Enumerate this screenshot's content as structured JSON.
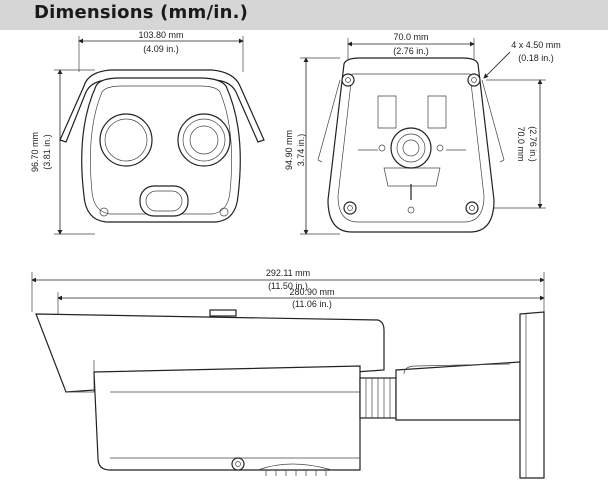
{
  "header": {
    "title": "Dimensions (mm/in.)"
  },
  "front_view": {
    "width_mm": "103.80 mm",
    "width_in": "(4.09 in.)",
    "height_mm": "96.70 mm",
    "height_in": "(3.81 in.)"
  },
  "back_view": {
    "width_mm": "70.0 mm",
    "width_in": "(2.76 in.)",
    "hole_mm": "4 x 4.50 mm",
    "hole_in": "(0.18 in.)",
    "height_mm": "94.90 mm",
    "height_in": "3.74 in.)",
    "hole_spacing_mm": "70.0 mm",
    "hole_spacing_in": "(2.76 in.)"
  },
  "side_view": {
    "total_length_mm": "292.11 mm",
    "total_length_in": "(11.50 in.)",
    "body_length_mm": "280.90 mm",
    "body_length_in": "(11.06 in.)"
  }
}
